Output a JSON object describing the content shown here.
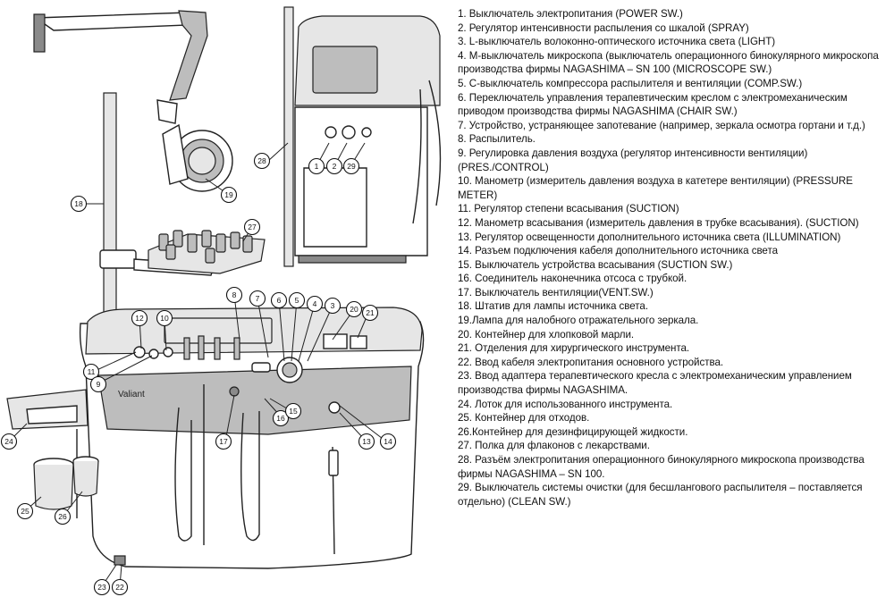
{
  "brand": "Valiant",
  "legend": [
    "1. Выключатель электропитания (POWER SW.)",
    "2. Регулятор интенсивности распыления со шкалой (SPRAY)",
    "3. L-выключатель волоконно-оптического источника света (LIGHT)",
    "4. M-выключатель микроскопа (выключатель операционного бинокулярного микроскопа производства фирмы NAGASHIMA – SN 100 (MICROSCOPE SW.)",
    "5. С-выключатель компрессора распылителя и вентиляции (COMP.SW.)",
    "6. Переключатель управления терапевтическим креслом с электромеханическим приводом производства фирмы NAGASHIMA (CHAIR SW.)",
    "7. Устройство, устраняющее запотевание (например, зеркала осмотра гортани и т.д.)",
    "8. Распылитель.",
    "9. Регулировка давления воздуха (регулятор интенсивности вентиляции) (PRES./CONTROL)",
    "10. Манометр (измеритель давления воздуха в катетере вентиляции) (PRESSURE METER)",
    "11. Регулятор степени всасывания (SUCTION)",
    "12. Манометр всасывания (измеритель давления в трубке всасывания). (SUCTION)",
    "13. Регулятор освещенности дополнительного источника света (ILLUMINATION)",
    "14. Разъем подключения кабеля дополнительного источника света",
    "15. Выключатель устройства всасывания (SUCTION SW.)",
    "16. Соединитель наконечника отсоса с трубкой.",
    "17. Выключатель вентиляции(VENT.SW.)",
    "18. Штатив для лампы источника света.",
    "19.Лампа для налобного отражательного зеркала.",
    "20. Контейнер для хлопковой марли.",
    "21. Отделения для хирургического инструмента.",
    "22. Ввод кабеля электропитания основного устройства.",
    "23. Ввод адаптера терапевтического кресла с электромеханическим управлением производства фирмы NAGASHIMA.",
    "24. Лоток для использованного инструмента.",
    "25. Контейнер для отходов.",
    "26.Контейнер для дезинфицирующей жидкости.",
    "27. Полка для флаконов с лекарствами.",
    "28. Разъём электропитания операционного бинокулярного микроскопа производства фирмы NAGASHIMA – SN 100.",
    "29. Выключатель системы очистки (для бесшлангового распылителя – поставляется отдельно) (CLEAN SW.)"
  ],
  "callouts": [
    "1",
    "2",
    "29",
    "28",
    "19",
    "18",
    "27",
    "12",
    "10",
    "8",
    "7",
    "6",
    "5",
    "4",
    "3",
    "20",
    "21",
    "11",
    "9",
    "17",
    "16",
    "15",
    "13",
    "14",
    "24",
    "25",
    "26",
    "23",
    "22"
  ]
}
